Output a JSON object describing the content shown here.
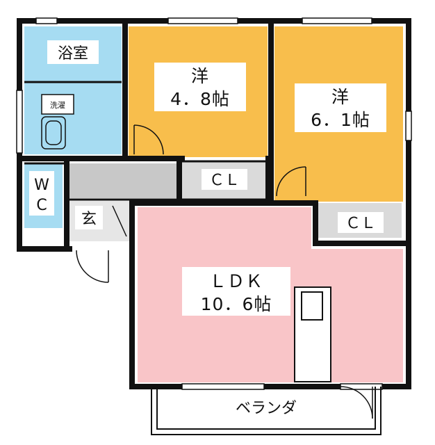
{
  "rooms": {
    "bath": {
      "label": "浴室"
    },
    "laundry": {
      "label": "洗濯"
    },
    "wc": {
      "line1": "W",
      "line2": "C"
    },
    "entrance": {
      "label": "玄"
    },
    "western_a": {
      "line1": "洋",
      "line2": "4．8帖"
    },
    "western_b": {
      "line1": "洋",
      "line2": "6．1帖"
    },
    "closet_a": {
      "label": "ＣＬ"
    },
    "closet_b": {
      "label": "ＣＬ"
    },
    "ldk": {
      "line1": "ＬＤＫ",
      "line2": "10．6帖"
    },
    "balcony": {
      "label": "ベランダ"
    }
  },
  "colors": {
    "wall": "#111111",
    "bath": "#a6dcf2",
    "western": "#f8be4c",
    "ldk": "#f9c5c8",
    "hall": "#c8c8c8",
    "closet": "#dadada",
    "entrance": "#e6e6e6",
    "white": "#ffffff"
  }
}
